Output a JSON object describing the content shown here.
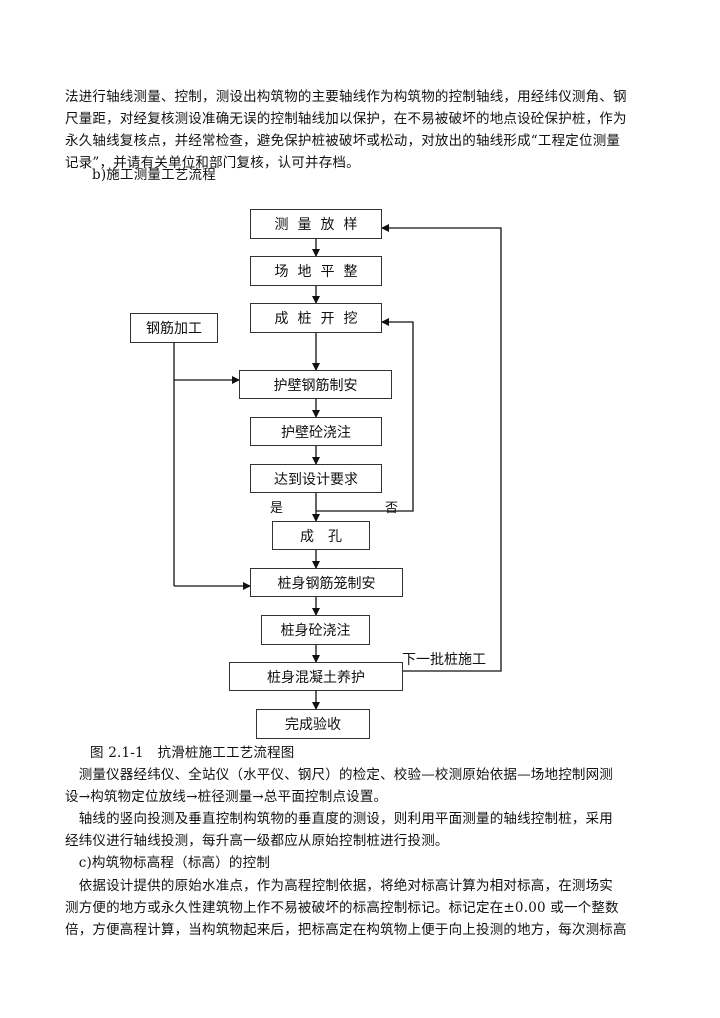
{
  "top_paragraph": [
    "法进行轴线测量、控制，测设出构筑物的主要轴线作为构筑物的控制轴线，用经纬仪测角、钢",
    "尺量距，对经复核测设准确无误的控制轴线加以保护，在不易被破坏的地点设砼保护桩，作为",
    "永久轴线复核点，并经常检查，避免保护桩被破坏或松动，对放出的轴线形成“工程定位测量",
    "记录”，并请有关单位和部门复核，认可并存档。"
  ],
  "section_b": "b)施工测量工艺流程",
  "flowchart": {
    "steps": {
      "survey_layout": "测量放样",
      "site_leveling": "场地平整",
      "pile_excavation": "成桩开挖",
      "rebar_processing": "钢筋加工",
      "wall_rebar_install": "护壁钢筋制安",
      "wall_concrete_pour": "护壁砼浇注",
      "meet_design": "达到设计要求",
      "hole_complete": "成　孔",
      "pile_cage_install": "桩身钢筋笼制安",
      "pile_concrete_pour": "桩身砼浇注",
      "pile_curing": "桩身混凝土养护",
      "acceptance": "完成验收"
    },
    "yes_label": "是",
    "no_label": "否",
    "next_batch_label": "下一批桩施工"
  },
  "figure_caption": "图 2.1-1　抗滑桩施工工艺流程图",
  "bottom_paragraphs": [
    "　测量仪器经纬仪、全站仪（水平仪、钢尺）的检定、校验—校测原始依据—场地控制网测",
    "设→构筑物定位放线→桩径测量→总平面控制点设置。",
    "　轴线的竖向投测及垂直控制构筑物的垂直度的测设，则利用平面测量的轴线控制桩，采用",
    "经纬仪进行轴线投测，每升高一级都应从原始控制桩进行投测。",
    "　c)构筑物标高程（标高）的控制",
    "　依据设计提供的原始水准点，作为高程控制依据，将绝对标高计算为相对标高，在测场实",
    "测方便的地方或永久性建筑物上作不易被破坏的标高控制标记。标记定在±0.00 或一个整数",
    "倍，方便高程计算，当构筑物起来后，把标高定在构筑物上便于向上投测的地方，每次测标高"
  ]
}
